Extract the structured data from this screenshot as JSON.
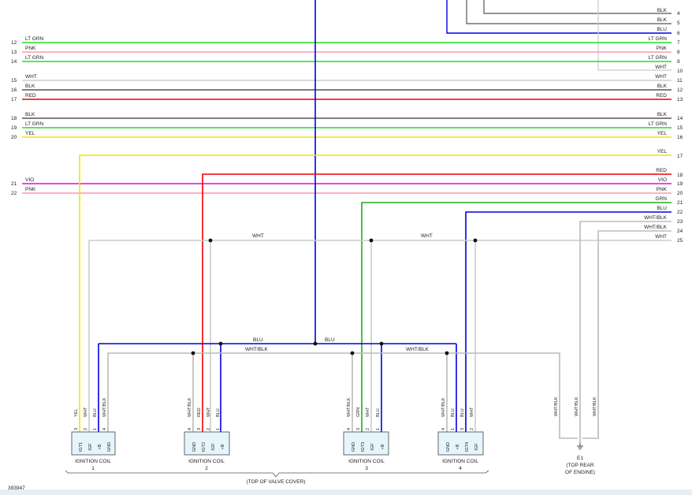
{
  "diagram_id": "393947",
  "left_wires": [
    {
      "num": "12",
      "color_name": "LT GRN",
      "hex": "#22dd22",
      "right_num": "7"
    },
    {
      "num": "13",
      "color_name": "PNK",
      "hex": "#ff99aa",
      "right_num": "8"
    },
    {
      "num": "14",
      "color_name": "LT GRN",
      "hex": "#22dd22",
      "right_num": "9"
    },
    {
      "num": "15",
      "color_name": "WHT",
      "hex": "#cccccc",
      "right_num": "11"
    },
    {
      "num": "16",
      "color_name": "BLK",
      "hex": "#555555",
      "right_num": "12"
    },
    {
      "num": "17",
      "color_name": "RED",
      "hex": "#ee0000",
      "right_num": "13"
    },
    {
      "num": "18",
      "color_name": "BLK",
      "hex": "#555555",
      "right_num": "14"
    },
    {
      "num": "19",
      "color_name": "LT GRN",
      "hex": "#22dd22",
      "right_num": "15"
    },
    {
      "num": "20",
      "color_name": "YEL",
      "hex": "#f2e600",
      "right_num": "16"
    },
    {
      "num": "21",
      "color_name": "VIO",
      "hex": "#ee00ee",
      "right_num": "19"
    },
    {
      "num": "22",
      "color_name": "PNK",
      "hex": "#ff99aa",
      "right_num": "20"
    }
  ],
  "right_labels": [
    {
      "num": "4",
      "label": "BLK"
    },
    {
      "num": "5",
      "label": "BLK"
    },
    {
      "num": "6",
      "label": "BLU"
    },
    {
      "num": "7",
      "label": "LT GRN"
    },
    {
      "num": "8",
      "label": "PNK"
    },
    {
      "num": "9",
      "label": "LT GRN"
    },
    {
      "num": "10",
      "label": "WHT"
    },
    {
      "num": "11",
      "label": "WHT"
    },
    {
      "num": "12",
      "label": "BLK"
    },
    {
      "num": "13",
      "label": "RED"
    },
    {
      "num": "14",
      "label": "BLK"
    },
    {
      "num": "15",
      "label": "LT GRN"
    },
    {
      "num": "16",
      "label": "YEL"
    },
    {
      "num": "17",
      "label": "YEL"
    },
    {
      "num": "18",
      "label": "RED"
    },
    {
      "num": "19",
      "label": "VIO"
    },
    {
      "num": "20",
      "label": "PNK"
    },
    {
      "num": "21",
      "label": "GRN"
    },
    {
      "num": "22",
      "label": "BLU"
    },
    {
      "num": "23",
      "label": "WHT/BLK"
    },
    {
      "num": "24",
      "label": "WHT/BLK"
    },
    {
      "num": "25",
      "label": "WHT"
    }
  ],
  "bus_labels": {
    "wht_a": "WHT",
    "wht_b": "WHT",
    "blu_a": "BLU",
    "blu_b": "BLU",
    "whtblk_a": "WHT/BLK",
    "whtblk_b": "WHT/BLK"
  },
  "coils": [
    {
      "name": "IGNITION COIL",
      "number": "1",
      "pins": [
        {
          "n": "3",
          "wire": "YEL",
          "fn": "IGT1"
        },
        {
          "n": "2",
          "wire": "WHT",
          "fn": "IGF"
        },
        {
          "n": "1",
          "wire": "BLU",
          "fn": "+B"
        },
        {
          "n": "4",
          "wire": "WHT/BLK",
          "fn": "GND"
        }
      ]
    },
    {
      "name": "IGNITION COIL",
      "number": "2",
      "pins": [
        {
          "n": "4",
          "wire": "WHT/BLK",
          "fn": "GND"
        },
        {
          "n": "3",
          "wire": "RED",
          "fn": "IGT2"
        },
        {
          "n": "2",
          "wire": "WHT",
          "fn": "IGF"
        },
        {
          "n": "1",
          "wire": "BLU",
          "fn": "+B"
        }
      ]
    },
    {
      "name": "IGNITION COIL",
      "number": "3",
      "pins": [
        {
          "n": "4",
          "wire": "WHT/BLK",
          "fn": "GND"
        },
        {
          "n": "3",
          "wire": "GRN",
          "fn": "IGT3"
        },
        {
          "n": "2",
          "wire": "WHT",
          "fn": "IGF"
        },
        {
          "n": "1",
          "wire": "BLU",
          "fn": "+B"
        }
      ]
    },
    {
      "name": "IGNITION COIL",
      "number": "4",
      "pins": [
        {
          "n": "4",
          "wire": "WHT/BLK",
          "fn": "GND"
        },
        {
          "n": "1",
          "wire": "BLU",
          "fn": "+B"
        },
        {
          "n": "3",
          "wire": "BLU",
          "fn": "IGT4"
        },
        {
          "n": "2",
          "wire": "WHT",
          "fn": "IGF"
        }
      ]
    }
  ],
  "ground": {
    "id": "E1",
    "line1": "(TOP REAR",
    "line2": "OF ENGINE)",
    "wires": [
      "WHT/BLK",
      "WHT/BLK",
      "WHT/BLK"
    ]
  },
  "bracket_label": "(TOP OF VALVE COVER)"
}
